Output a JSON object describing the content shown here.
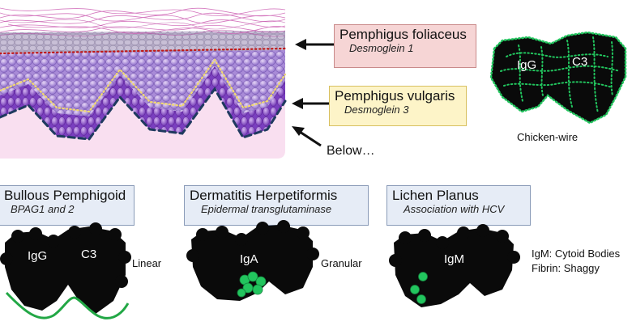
{
  "pemphigus_foliaceus": {
    "title": "Pemphigus foliaceus",
    "subtitle": "Desmoglein 1"
  },
  "pemphigus_vulgaris": {
    "title": "Pemphigus vulgaris",
    "subtitle": "Desmoglein 3"
  },
  "below_label": "Below…",
  "chicken_wire": {
    "igg": "IgG",
    "c3": "C3",
    "caption": "Chicken-wire"
  },
  "bullous_pemphigoid": {
    "title": "Bullous Pemphigoid",
    "subtitle": "BPAG1 and 2",
    "igg": "IgG",
    "c3": "C3",
    "pattern": "Linear"
  },
  "dermatitis_herpetiformis": {
    "title": "Dermatitis Herpetiformis",
    "subtitle": "Epidermal transglutaminase",
    "iga": "IgA",
    "pattern": "Granular"
  },
  "lichen_planus": {
    "title": "Lichen Planus",
    "subtitle": "Association with HCV",
    "igm": "IgM",
    "note1": "IgM: Cytoid Bodies",
    "note2": "Fibrin: Shaggy"
  },
  "colors": {
    "pf_box": "#f6d5d5",
    "pv_box": "#fdf4c8",
    "disease_box": "#e6ecf6",
    "ig_green": "#22c55e",
    "basement_dash": "#1f3a5f"
  }
}
